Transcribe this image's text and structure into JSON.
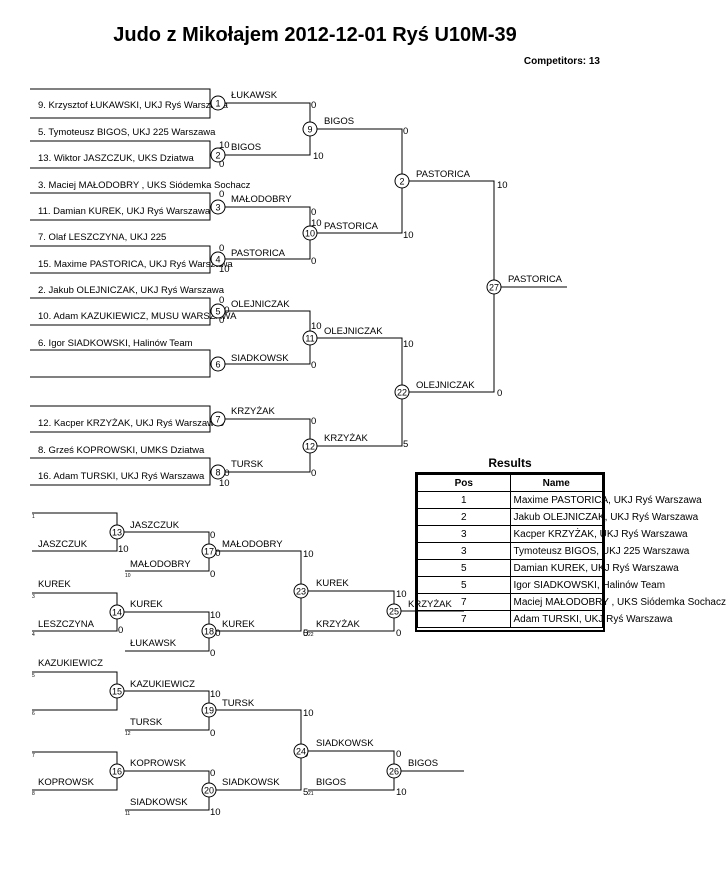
{
  "header": {
    "title": "Judo z Mikołajem  2012-12-01  Ryś   U10M-39",
    "competitors_label": "Competitors:",
    "competitors_count": "13"
  },
  "main_bracket": {
    "entries": [
      "9. Krzysztof ŁUKAWSKI, UKJ Ryś Warszawa",
      "5. Tymoteusz BIGOS, UKJ 225 Warszawa",
      "13. Wiktor JASZCZUK, UKS Dziatwa",
      "3. Maciej MAŁODOBRY , UKS Siódemka Sochacz",
      "11. Damian KUREK, UKJ Ryś Warszawa",
      "7. Olaf LESZCZYNA, UKJ 225",
      "15. Maxime PASTORICA, UKJ Ryś Warszawa",
      "2. Jakub OLEJNICZAK, UKJ Ryś Warszawa",
      "10. Adam KAZUKIEWICZ, MUSU WARSZAWA",
      "6. Igor SIADKOWSKI, Halinów Team",
      "12. Kacper KRZYŻAK, UKJ Ryś Warszawa",
      "8. Grześ KOPROWSKI, UMKS Dziatwa",
      "16. Adam TURSKI, UKJ Ryś Warszawa"
    ],
    "winners": [
      "ŁUKAWSK",
      "BIGOS",
      "MAŁODOBRY",
      "PASTORICA",
      "OLEJNICZAK",
      "SIADKOWSK",
      "KRZYŻAK",
      "TURSK",
      "BIGOS",
      "PASTORICA",
      "OLEJNICZAK",
      "KRZYŻAK",
      "PASTORICA",
      "OLEJNICZAK",
      "PASTORICA"
    ],
    "matches": [
      "1",
      "2",
      "3",
      "4",
      "5",
      "6",
      "7",
      "8",
      "9",
      "10",
      "11",
      "12",
      "2",
      "22",
      "27"
    ],
    "scores": [
      "0",
      "10",
      "0",
      "10",
      "0",
      "0",
      "0",
      "10",
      "0",
      "10",
      "0",
      "10",
      "0",
      "10",
      "0",
      "10",
      "0",
      "10",
      "10",
      "0",
      "0",
      "0",
      "10",
      "0",
      "10",
      "5",
      "0",
      "0",
      "10",
      "10",
      "0",
      "10",
      "0"
    ]
  },
  "repechage": {
    "entries": [
      "JASZCZUK",
      "MAŁODOBRY",
      "KUREK",
      "LESZCZYNA",
      "ŁUKAWSK",
      "KAZUKIEWICZ",
      "TURSK",
      "KOPROWSK",
      "SIADKOWSK"
    ],
    "winners": [
      "JASZCZUK",
      "MAŁODOBRY",
      "KUREK",
      "KUREK",
      "KUREK",
      "KRZYŻAK",
      "KRZYŻAK",
      "KAZUKIEWICZ",
      "TURSK",
      "KOPROWSK",
      "SIADKOWSK",
      "SIADKOWSK",
      "BIGOS",
      "BIGOS"
    ],
    "matches": [
      "13",
      "14",
      "15",
      "16",
      "17",
      "18",
      "19",
      "20",
      "23",
      "24",
      "25",
      "26"
    ],
    "scores": [
      "0",
      "10",
      "0",
      "10",
      "10",
      "0",
      "0",
      "10",
      "0",
      "10",
      "5",
      "0",
      "10",
      "0",
      "10",
      "0",
      "10",
      "0",
      "5",
      "10",
      "0",
      "10"
    ],
    "seeds": [
      "1",
      "10",
      "3",
      "4",
      "5",
      "6",
      "12",
      "7",
      "8",
      "11",
      "22",
      "21"
    ]
  },
  "results": {
    "title": "Results",
    "col_pos": "Pos",
    "col_name": "Name",
    "rows": [
      {
        "pos": "1",
        "name": "Maxime PASTORICA, UKJ Ryś Warszawa"
      },
      {
        "pos": "2",
        "name": "Jakub OLEJNICZAK, UKJ Ryś Warszawa"
      },
      {
        "pos": "3",
        "name": "Kacper KRZYŻAK, UKJ Ryś Warszawa"
      },
      {
        "pos": "3",
        "name": "Tymoteusz BIGOS, UKJ 225 Warszawa"
      },
      {
        "pos": "5",
        "name": "Damian KUREK, UKJ Ryś Warszawa"
      },
      {
        "pos": "5",
        "name": "Igor SIADKOWSKI, Halinów Team"
      },
      {
        "pos": "7",
        "name": "Maciej MAŁODOBRY , UKS Siódemka Sochacz"
      },
      {
        "pos": "7",
        "name": "Adam TURSKI, UKJ Ryś Warszawa"
      }
    ]
  }
}
